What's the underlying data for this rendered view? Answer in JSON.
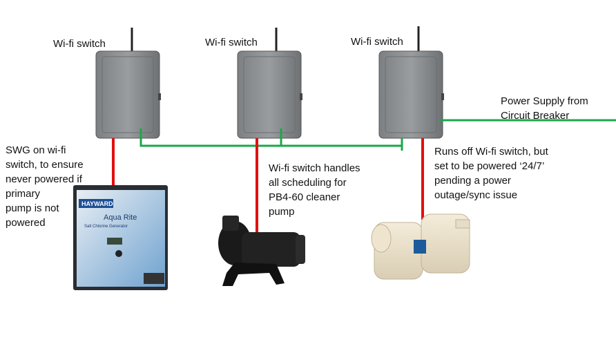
{
  "switches": [
    {
      "label": "Wi-fi switch"
    },
    {
      "label": "Wi-fi switch"
    },
    {
      "label": "Wi-fi switch"
    }
  ],
  "notes": {
    "swg": "SWG on wi-fi\nswitch, to ensure\nnever powered if\nprimary\npump is not\npowered",
    "cleaner": "Wi-fi switch handles\nall scheduling for\nPB4-60 cleaner\npump",
    "pump": "Runs off Wi-fi switch, but\nset to be powered ‘24/7’\npending a power\noutage/sync issue",
    "power_supply": "Power Supply from\nCircuit Breaker"
  },
  "devices": {
    "swg_brand": "HAYWARD",
    "swg_model": "Aqua Rite",
    "swg_subtitle": "Salt Chlorine Generator"
  },
  "colors": {
    "green_wire": "#1aa84a",
    "red_wire": "#e01010",
    "switch_gray": "#8c8f91"
  }
}
